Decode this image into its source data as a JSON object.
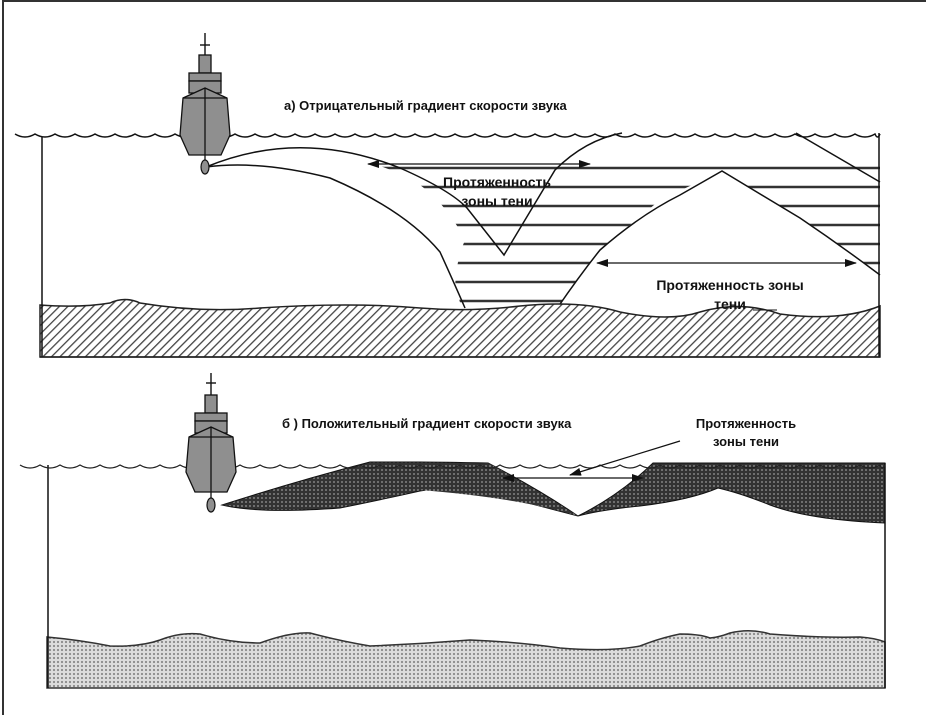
{
  "panels": [
    {
      "id": "a",
      "title": "а) Отрицательный градиент скорости звука",
      "labels": [
        {
          "lines": [
            "Протяженность",
            "зоны тени"
          ]
        },
        {
          "lines": [
            "Протяженность зоны",
            "тени"
          ]
        }
      ]
    },
    {
      "id": "b",
      "title": "б ) Положительный градиент скорости звука",
      "labels": [
        {
          "lines": [
            "Протяженность",
            "зоны тени"
          ]
        }
      ]
    }
  ],
  "icons": {
    "ship": "ship-icon",
    "sonar": "sonar-transducer-icon"
  },
  "colors": {
    "ship_fill": "#8f8f8f",
    "line": "#111111",
    "sound_zone_b": "#3a3a3a",
    "seabed_b": "#c8c8c8"
  }
}
